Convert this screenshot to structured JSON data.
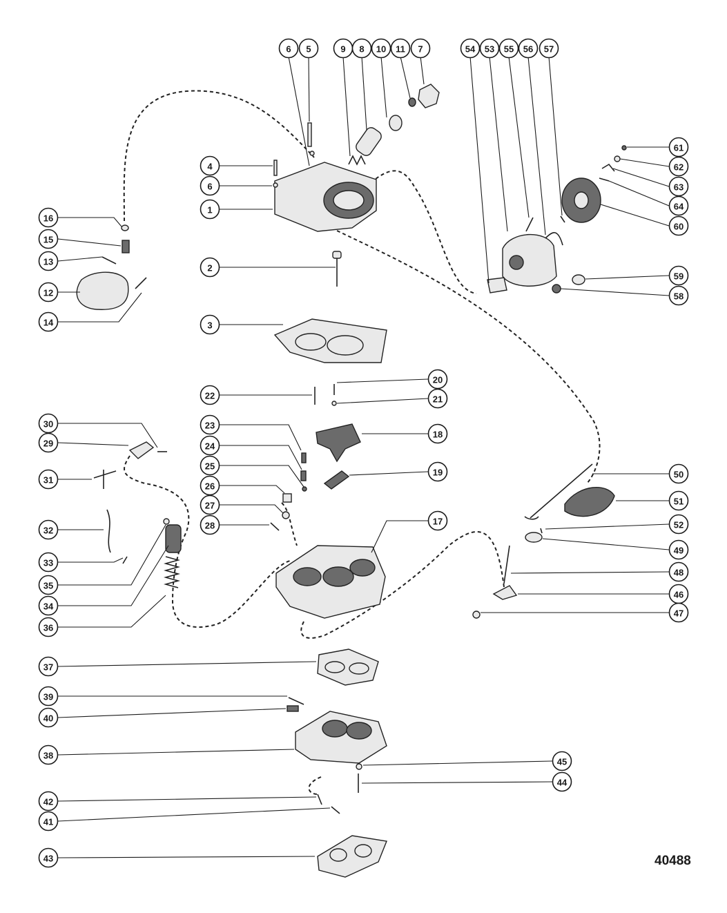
{
  "figure_number": "40488",
  "callouts": [
    {
      "label": "6"
    },
    {
      "label": "5"
    },
    {
      "label": "9"
    },
    {
      "label": "8"
    },
    {
      "label": "10"
    },
    {
      "label": "11"
    },
    {
      "label": "7"
    },
    {
      "label": "54"
    },
    {
      "label": "53"
    },
    {
      "label": "55"
    },
    {
      "label": "56"
    },
    {
      "label": "57"
    },
    {
      "label": "61"
    },
    {
      "label": "62"
    },
    {
      "label": "63"
    },
    {
      "label": "64"
    },
    {
      "label": "60"
    },
    {
      "label": "4"
    },
    {
      "label": "6"
    },
    {
      "label": "1"
    },
    {
      "label": "16"
    },
    {
      "label": "15"
    },
    {
      "label": "13"
    },
    {
      "label": "12"
    },
    {
      "label": "14"
    },
    {
      "label": "2"
    },
    {
      "label": "3"
    },
    {
      "label": "59"
    },
    {
      "label": "58"
    },
    {
      "label": "20"
    },
    {
      "label": "21"
    },
    {
      "label": "22"
    },
    {
      "label": "30"
    },
    {
      "label": "29"
    },
    {
      "label": "31"
    },
    {
      "label": "32"
    },
    {
      "label": "33"
    },
    {
      "label": "35"
    },
    {
      "label": "34"
    },
    {
      "label": "36"
    },
    {
      "label": "23"
    },
    {
      "label": "24"
    },
    {
      "label": "25"
    },
    {
      "label": "26"
    },
    {
      "label": "27"
    },
    {
      "label": "28"
    },
    {
      "label": "18"
    },
    {
      "label": "19"
    },
    {
      "label": "17"
    },
    {
      "label": "50"
    },
    {
      "label": "51"
    },
    {
      "label": "52"
    },
    {
      "label": "49"
    },
    {
      "label": "48"
    },
    {
      "label": "46"
    },
    {
      "label": "47"
    },
    {
      "label": "37"
    },
    {
      "label": "39"
    },
    {
      "label": "40"
    },
    {
      "label": "38"
    },
    {
      "label": "45"
    },
    {
      "label": "44"
    },
    {
      "label": "42"
    },
    {
      "label": "41"
    },
    {
      "label": "43"
    }
  ]
}
